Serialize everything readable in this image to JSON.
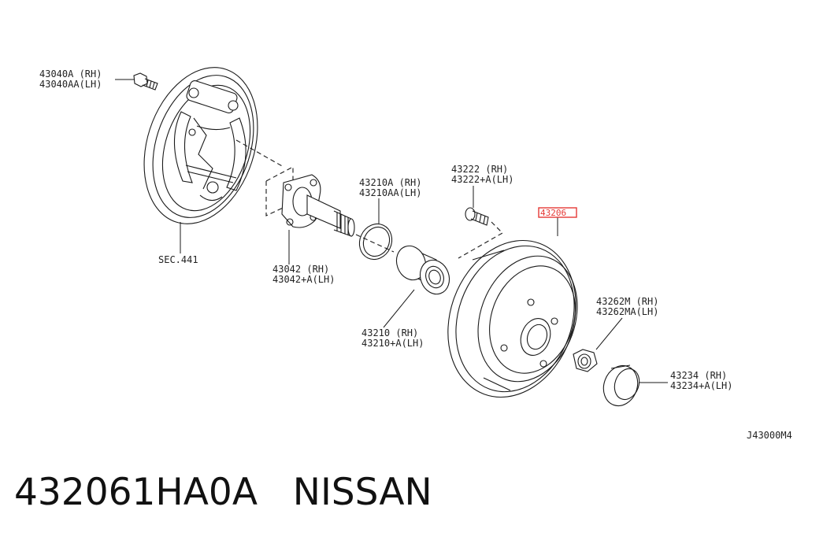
{
  "callouts": {
    "c43040a": {
      "line1": "43040A (RH)",
      "line2": "43040AA(LH)"
    },
    "sec441": {
      "text": "SEC.441"
    },
    "c43210a": {
      "line1": "43210A (RH)",
      "line2": "43210AA(LH)"
    },
    "c43222": {
      "line1": "43222  (RH)",
      "line2": "43222+A(LH)"
    },
    "c43206": {
      "text": "43206",
      "highlight_color": "#e53935"
    },
    "c43042": {
      "line1": "43042  (RH)",
      "line2": "43042+A(LH)"
    },
    "c43210": {
      "line1": "43210  (RH)",
      "line2": "43210+A(LH)"
    },
    "c43262m": {
      "line1": "43262M (RH)",
      "line2": "43262MA(LH)"
    },
    "c43234": {
      "line1": "43234  (RH)",
      "line2": "43234+A(LH)"
    }
  },
  "diagram_code": "J43000M4",
  "footer": {
    "part_number": "432061HA0A",
    "brand": "NISSAN",
    "caption": "432061HA0A   NISSAN"
  }
}
